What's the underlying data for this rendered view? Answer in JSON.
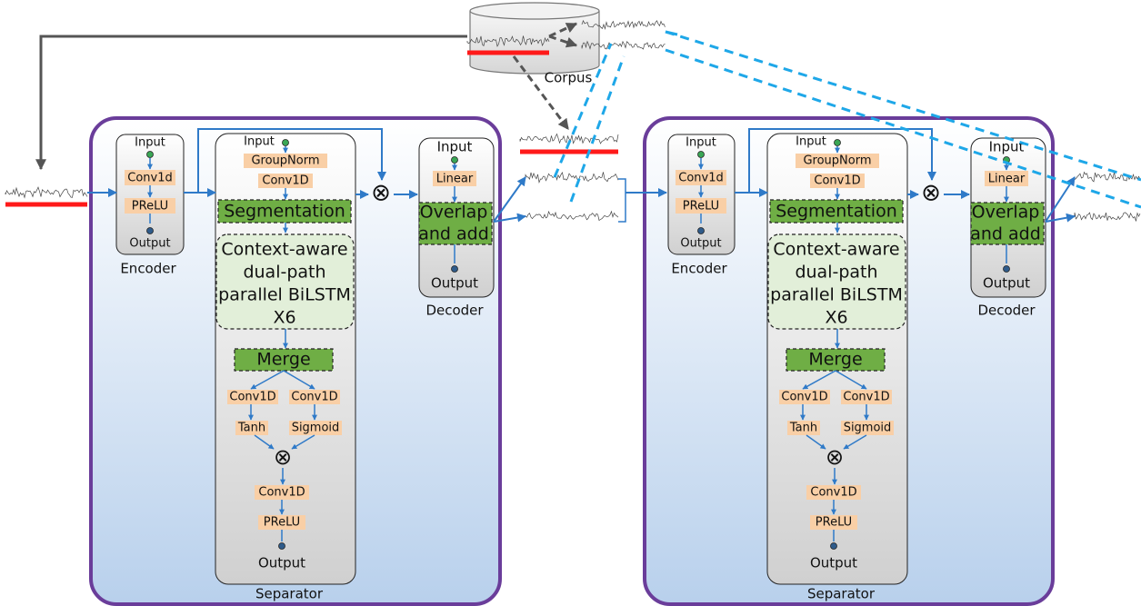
{
  "corpus_label": "Corpus",
  "labels": {
    "input": "Input",
    "output": "Output",
    "conv1d_enc": "Conv1d",
    "prelu": "PReLU",
    "encoder": "Encoder",
    "groupnorm": "GroupNorm",
    "conv1D": "Conv1D",
    "segmentation": "Segmentation",
    "context_lines": [
      "Context-aware",
      "dual-path",
      "parallel BiLSTM",
      "X6"
    ],
    "merge": "Merge",
    "tanh": "Tanh",
    "sigmoid": "Sigmoid",
    "separator": "Separator",
    "linear": "Linear",
    "overlap_lines": [
      "Overlap",
      "and add"
    ],
    "decoder": "Decoder",
    "multiply_symbol": "⊗"
  },
  "colors": {
    "frame_border": "#6a3d9a",
    "frame_top": "#ffffff",
    "frame_bottom": "#b8d0ec",
    "block_fill": "#ececec",
    "op_fill": "#f9cfa6",
    "green_block": "#6fae45",
    "context_fill": "#e2efd9",
    "arrow_blue": "#2f7ac8",
    "dashed_cyan": "#1ea7e8",
    "corpus_arrow": "#555555",
    "waveform_underline": "#ff1a1a"
  }
}
